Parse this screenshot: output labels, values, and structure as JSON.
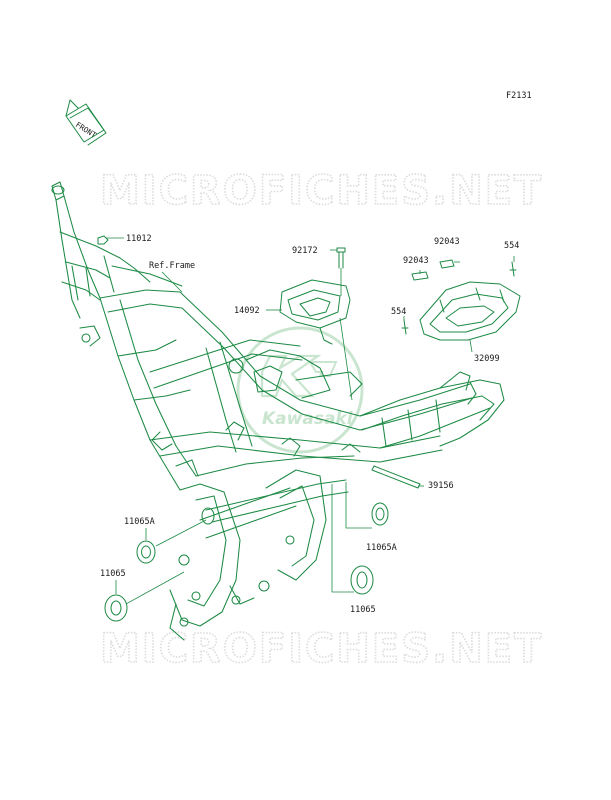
{
  "figure_code": "F2131",
  "front_tag": "FRONT",
  "watermark": {
    "text": "MICROFICHES.NET"
  },
  "logo": {
    "text": "Kawasaki"
  },
  "colors": {
    "line": "#1d8a45",
    "label": "#1a1a1a",
    "watermark": "#dcdcdc"
  },
  "labels": {
    "p11012": "11012",
    "ref_frame": "Ref.Frame",
    "p92172": "92172",
    "p14092": "14092",
    "p92043_a": "92043",
    "p92043_b": "92043",
    "p554_a": "554",
    "p554_b": "554",
    "p32099": "32099",
    "p39156": "39156",
    "p11065A_left": "11065A",
    "p11065_left": "11065",
    "p11065A_right": "11065A",
    "p11065_right": "11065"
  }
}
